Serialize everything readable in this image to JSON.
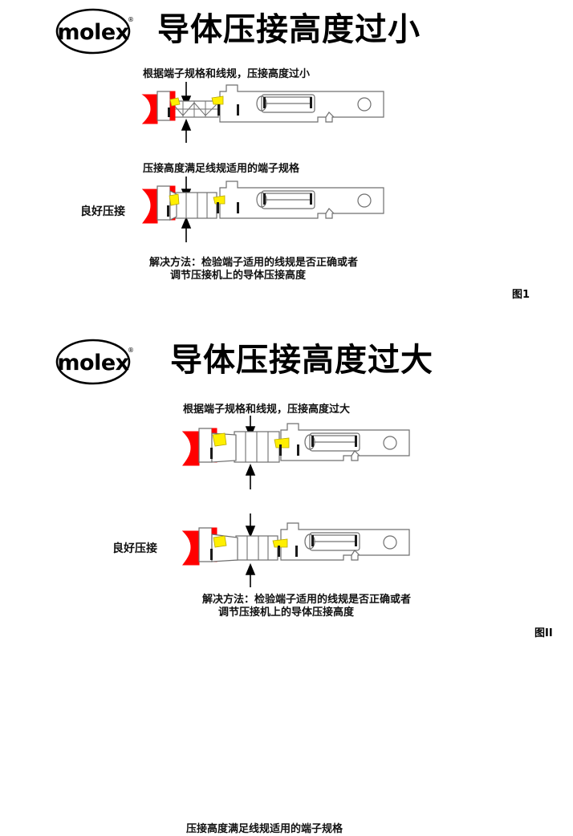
{
  "document": {
    "type": "technical-illustration-sheet",
    "language": "zh-CN",
    "background": "#ffffff"
  },
  "palette": {
    "insulation_red": "#ff0000",
    "wing_yellow": "#ffef00",
    "outline": "#6f6f6f",
    "dark_outline": "#1a1a1a",
    "text": "#000000"
  },
  "brand": {
    "name": "molex",
    "registered_mark": "®"
  },
  "sections": [
    {
      "id": "crimp-too-small",
      "title": "导体压接高度过小",
      "figure_label": "图1",
      "diagrams": [
        {
          "id": "defect",
          "caption": "根据端子规格和线规，压接高度过小",
          "side_label": "",
          "crimp_state": "too-small"
        },
        {
          "id": "good",
          "caption": "压接高度满足线规适用的端子规格",
          "side_label": "良好压接",
          "crimp_state": "good"
        }
      ],
      "solution": {
        "line1": "解决方法：检验端子适用的线规是否正确或者",
        "line2": "调节压接机上的导体压接高度"
      }
    },
    {
      "id": "crimp-too-large",
      "title": "导体压接高度过大",
      "figure_label": "图II",
      "diagrams": [
        {
          "id": "defect",
          "caption": "根据端子规格和线规，压接高度过大",
          "side_label": "",
          "crimp_state": "too-large"
        },
        {
          "id": "good",
          "caption": "压接高度满足线规适用的端子规格",
          "side_label": "良好压接",
          "crimp_state": "good"
        }
      ],
      "solution": {
        "line1": "解决方法：检验端子适用的线规是否正确或者",
        "line2": "调节压接机上的导体压接高度"
      }
    }
  ]
}
